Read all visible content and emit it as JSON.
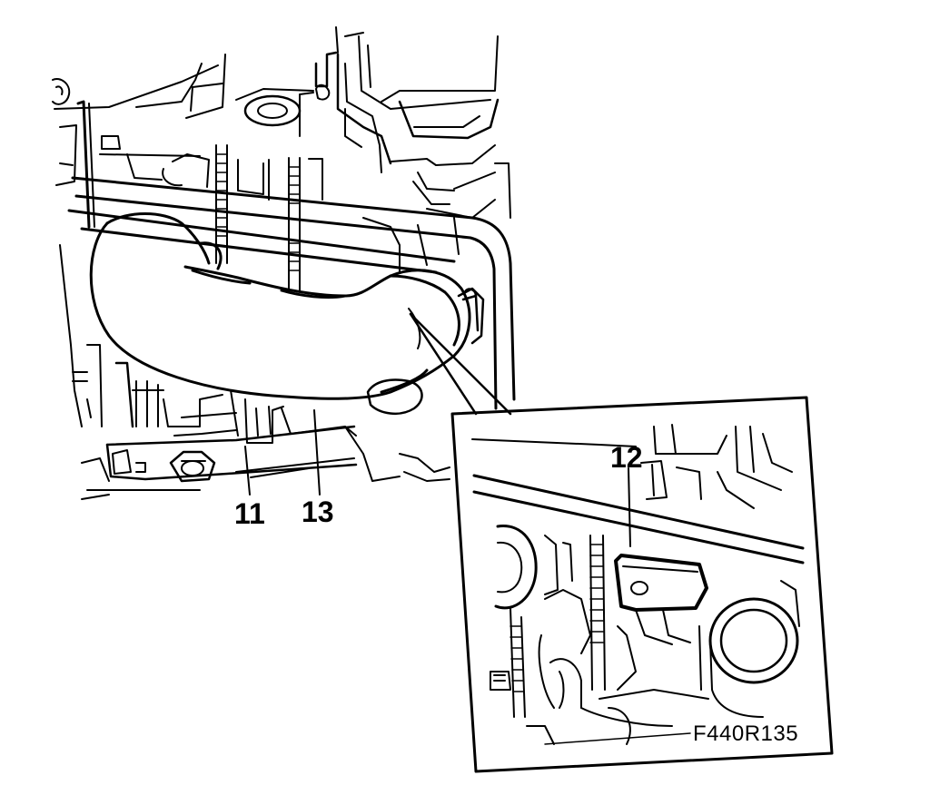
{
  "callouts": {
    "part_11": "11",
    "part_13": "13",
    "part_12": "12"
  },
  "figure_code": "F440R135",
  "colors": {
    "line": "#000000",
    "background": "#ffffff"
  }
}
